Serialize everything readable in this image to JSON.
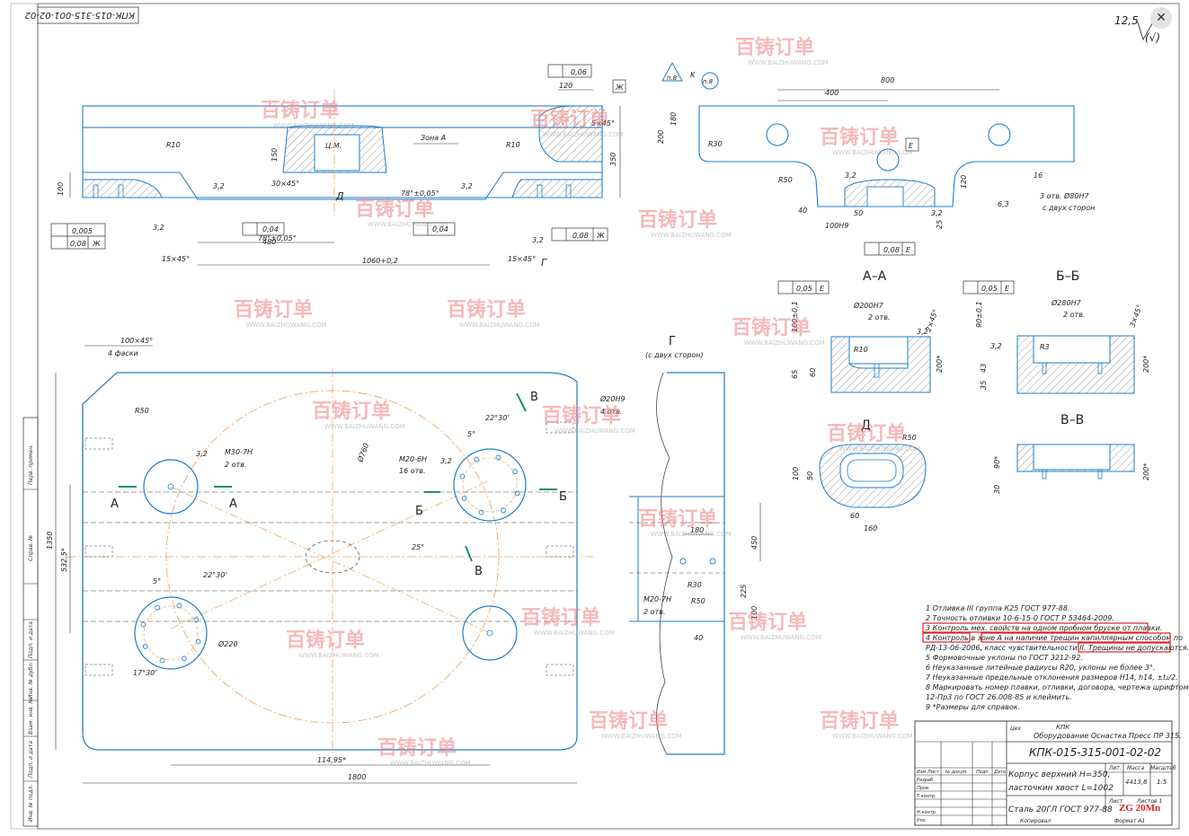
{
  "stamp_top_left": "КПК-015-315-001-02-02",
  "roughness": {
    "value": "12,5",
    "check": "(√)"
  },
  "notes": [
    "1 Отливка III группа К25 ГОСТ 977-88.",
    "2 Точность отливки 10-6-15-0 ГОСТ Р 53464-2009.",
    "3 Контроль мех. свойств на одном пробном бруске от плавки.",
    "4 Контроль в зоне А на наличие трещин капиллярным способом по",
    "РД-13-06-2006, класс чувствительности II. Трещины не допускаются.",
    "5 Формовочные уклоны по ГОСТ 3212-92.",
    "6 Неуказанные литейные радиусы R20, уклоны не более 3°.",
    "7 Неуказанные предельные отклонения размеров H14, h14, ±t₂/2.",
    "8 Маркировать номер плавки, отливки, договора, чертежа шрифтом",
    "12-Пр3 по ГОСТ 26.008-85 и клеймить.",
    "9 *Размеры для справок."
  ],
  "title_block": {
    "org_header": "Цех",
    "org": "КПК",
    "doc_title": "Оборудование Оснастка Пресс ПР 315.",
    "drawing_no": "КПК-015-315-001-02-02",
    "part_name_1": "Корпус верхний Н=350,",
    "part_name_2": "ласточкин хвост L=1002",
    "material": "Сталь 20ГЛ ГОСТ 977-88",
    "material_cn": "ZG 20Mn",
    "mass": "4413,8",
    "scale": "1:5",
    "sheet": "Лист",
    "sheets": "Листов 1",
    "lit": "Лит.",
    "mass_label": "Масса",
    "scale_label": "Масштаб",
    "copied": "Копировал",
    "format": "Формат А1",
    "rows": [
      "Изм",
      "Лист",
      "№ докум.",
      "Подп.",
      "Дата"
    ],
    "roles": [
      "Разраб.",
      "Пров.",
      "Т.контр.",
      "Н.контр.",
      "Утв."
    ]
  },
  "watermark": {
    "cn": "百铸订单",
    "url": "WWW.BAIZHUWANG.COM"
  },
  "colors": {
    "part": "#1e7ec8",
    "axis": "#e8a060",
    "dim": "#333333",
    "red": "#e02020",
    "wm": "#f08080"
  },
  "top_view": {
    "tol_flat": "0,06",
    "dims": [
      "120",
      "5×45°",
      "350",
      "150",
      "100",
      "R10",
      "R10",
      "Ц.М.",
      "Зона А",
      "30×45°",
      "3,2",
      "78°±0,05°",
      "78°±0,05°",
      "480",
      "1060+0,2",
      "15×45°",
      "15×45°",
      "3,2",
      "3,2",
      "3,2"
    ],
    "tol_left": [
      "0,005",
      "0,08",
      "Ж"
    ],
    "tol_mid": "0,04",
    "tol_mid2": "0,04",
    "tol_right": [
      "0,08",
      "Ж"
    ],
    "label_g": "Г",
    "label_d": "Д",
    "label_zh": "Ж"
  },
  "side_view": {
    "dims": [
      "800",
      "400",
      "n.8",
      "K",
      "n.8",
      "180",
      "200",
      "R30",
      "R50",
      "40",
      "50",
      "3,2",
      "100H9",
      "120",
      "3,2",
      "25",
      "6,3",
      "16"
    ],
    "holes_note": "3 отв. Ø80H7",
    "holes_note2": "с двух сторон",
    "tol": [
      "0,08",
      "Е"
    ],
    "label_e": "Е"
  },
  "sections": {
    "aa": {
      "title": "А–А",
      "tol": [
        "0,05",
        "Е"
      ],
      "dims": [
        "Ø200H7",
        "2 отв.",
        "2×45°",
        "R10",
        "3,2",
        "100±0,1",
        "65",
        "60",
        "200*"
      ]
    },
    "bb": {
      "title": "Б–Б",
      "tol": [
        "0,05",
        "Е"
      ],
      "dims": [
        "Ø280H7",
        "2 отв.",
        "3×45°",
        "3,2",
        "R3",
        "90±0,1",
        "43",
        "35",
        "200*"
      ]
    },
    "vv": {
      "title": "В–В",
      "dims": [
        "90*",
        "30",
        "200*"
      ]
    },
    "d": {
      "title": "Д",
      "dims": [
        "R50",
        "100",
        "50",
        "60",
        "160"
      ]
    }
  },
  "plan_view": {
    "dims": [
      "100×45°",
      "4 фаски",
      "R50",
      "3,2",
      "M30-7H",
      "2 отв.",
      "M20-6H",
      "16 отв.",
      "Ø20H9",
      "4 отв.",
      "22°30'",
      "5°",
      "Ø760",
      "3,2",
      "25°",
      "17°30'",
      "22°30'",
      "5°",
      "Ø220",
      "1350",
      "532,5*",
      "114,95*",
      "1800"
    ],
    "labels": {
      "a": "А",
      "b": "Б",
      "v": "В"
    }
  },
  "view_g": {
    "title": "Г",
    "subtitle": "(с двух сторон)",
    "dims": [
      "180",
      "450",
      "225",
      "100",
      "M20-7H",
      "2 отв.",
      "R30",
      "R50",
      "40"
    ]
  },
  "side_stamp": [
    "Перв. примен.",
    "Справ. №",
    "Подп. и дата",
    "Инв. № дубл.",
    "Взам. инв. №",
    "Подп. и дата",
    "Инв. № подл."
  ]
}
